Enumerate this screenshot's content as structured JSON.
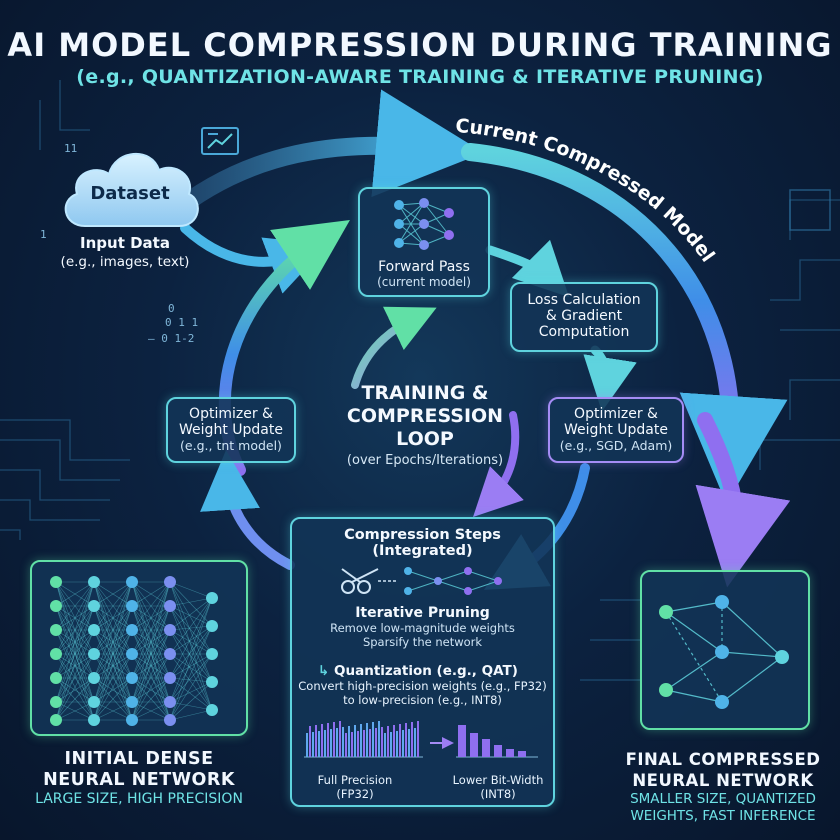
{
  "header": {
    "title": "AI MODEL COMPRESSION DURING TRAINING",
    "subtitle": "(e.g., QUANTIZATION-AWARE TRAINING & ITERATIVE PRUNING)"
  },
  "dataset": {
    "cloud_label": "Dataset",
    "title": "Input Data",
    "subtitle": "(e.g., images, text)"
  },
  "arc_label": "Current Compressed Model",
  "loop": {
    "forward": {
      "title": "Forward Pass",
      "subtitle": "(current model)"
    },
    "loss": {
      "line1": "Loss Calculation",
      "line2": "& Gradient",
      "line3": "Computation"
    },
    "opt_right": {
      "line1": "Optimizer &",
      "line2": "Weight Update",
      "line3": "(e.g., SGD, Adam)"
    },
    "opt_left": {
      "line1": "Optimizer &",
      "line2": "Weight Update",
      "line3": "(e.g., tnt model)"
    },
    "center": {
      "line1": "TRAINING &",
      "line2": "COMPRESSION",
      "line3": "LOOP",
      "line4": "(over Epochs/Iterations)"
    }
  },
  "compression": {
    "title1": "Compression Steps",
    "title2": "(Integrated)",
    "pruning_title": "Iterative Pruning",
    "pruning_line1": "Remove low-magnitude weights",
    "pruning_line2": "Sparsify the network",
    "quant_title": "Quantization (e.g., QAT)",
    "quant_line1": "Convert high-precision weights (e.g., FP32)",
    "quant_line2": "to low-precision (e.g., INT8)",
    "full_label1": "Full Precision",
    "full_label2": "(FP32)",
    "low_label1": "Lower Bit-Width",
    "low_label2": "(INT8)"
  },
  "initial": {
    "title1": "INITIAL DENSE",
    "title2": "NEURAL NETWORK",
    "sub": "LARGE SIZE, HIGH PRECISION"
  },
  "final": {
    "title1": "FINAL COMPRESSED",
    "title2": "NEURAL NETWORK",
    "sub1": "SMALLER SIZE, QUANTIZED",
    "sub2": "WEIGHTS, FAST INFERENCE"
  },
  "decor_digits": [
    "11",
    "1",
    "0",
    "0 1 1",
    "– 0 1-2"
  ],
  "colors": {
    "cyan": "#5fd3de",
    "purple": "#a58cf5",
    "green": "#61e0a6",
    "blue_arrow": "#3f8ee8",
    "background": "#0c2240"
  }
}
